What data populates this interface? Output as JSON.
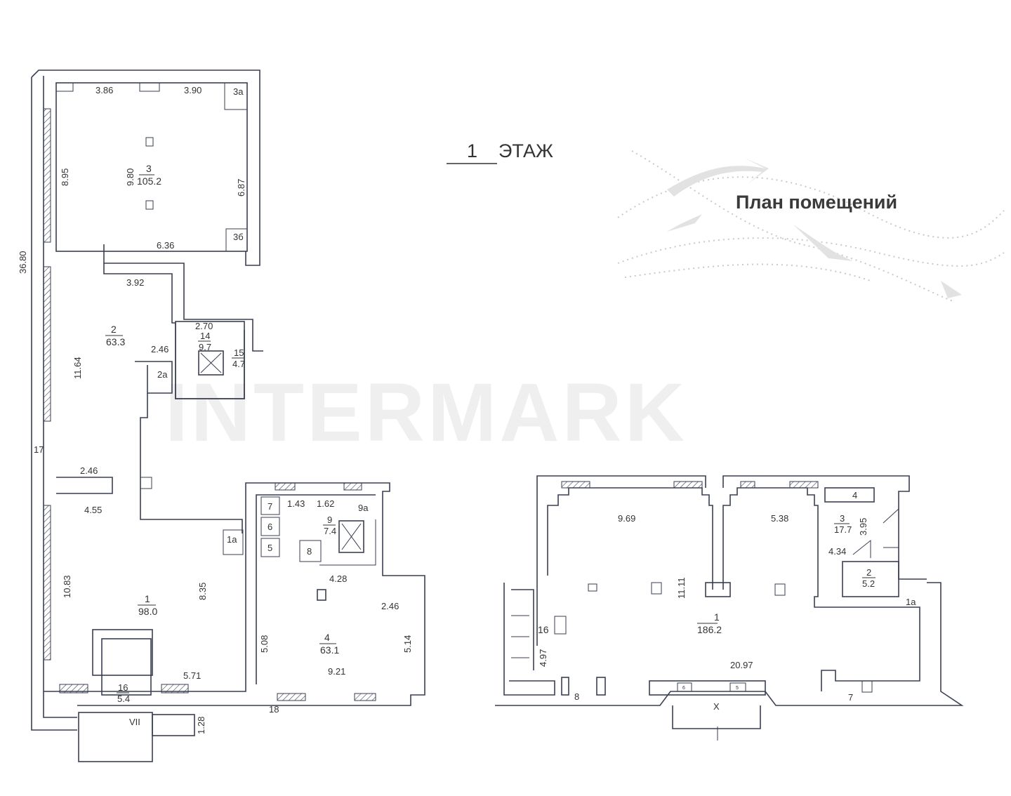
{
  "header": {
    "floor_number": "1",
    "floor_word": "ЭТАЖ",
    "plan_title": "План помещений",
    "watermark": "INTERMARK"
  },
  "left_plan": {
    "rooms": [
      {
        "number": "3",
        "area": "105.2"
      },
      {
        "number": "2",
        "area": "63.3"
      },
      {
        "number": "14",
        "area": "9.7"
      },
      {
        "number": "15",
        "area": "4.7"
      },
      {
        "number": "9",
        "area": "7.4"
      },
      {
        "number": "1",
        "area": "98.0"
      },
      {
        "number": "4",
        "area": "63.1"
      },
      {
        "number": "16",
        "area": "5.4"
      }
    ],
    "small_rooms": [
      "3а",
      "3б",
      "2а",
      "1а",
      "7",
      "6",
      "5",
      "8",
      "9а",
      "VII"
    ],
    "dimensions": [
      "3.86",
      "3.90",
      "8.95",
      "9.80",
      "6.87",
      "6.36",
      "36.80",
      "3.92",
      "2.70",
      "2.46",
      "11.64",
      "17",
      "2.46",
      "4.55",
      "10.83",
      "8.35",
      "1.43",
      "1.62",
      "4.28",
      "2.46",
      "5.08",
      "5.14",
      "9.21",
      "5.71",
      "18",
      "1.28"
    ]
  },
  "right_plan": {
    "rooms": [
      {
        "number": "1",
        "area": "186.2"
      },
      {
        "number": "3",
        "area": "17.7"
      },
      {
        "number": "2",
        "area": "5.2"
      }
    ],
    "small_rooms": [
      "4",
      "1а",
      "16",
      "8",
      "7",
      "6",
      "5",
      "X"
    ],
    "dimensions": [
      "9.69",
      "5.38",
      "3.95",
      "4.34",
      "11.11",
      "4.97",
      "20.97"
    ]
  }
}
